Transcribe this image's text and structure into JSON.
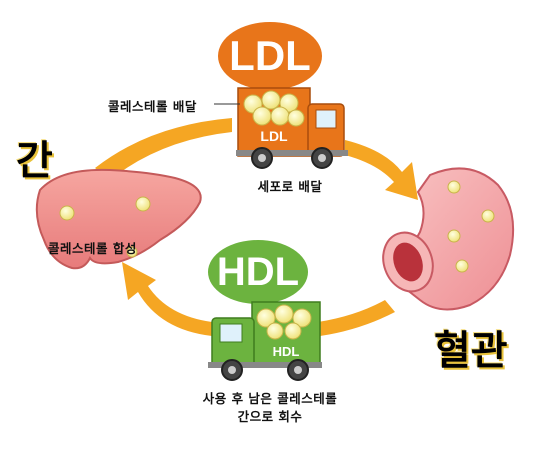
{
  "organs": {
    "liver": "간",
    "blood_vessel": "혈관"
  },
  "ldl": {
    "badge": "LDL",
    "truck_tag": "LDL",
    "cargo_label": "콜레스테롤 배달",
    "route_label": "세포로 배달",
    "color": "#e8751a"
  },
  "hdl": {
    "badge": "HDL",
    "truck_tag": "HDL",
    "route_label_line1": "사용 후 남은 콜레스테롤",
    "route_label_line2": "간으로 회수",
    "color": "#6cb33f"
  },
  "liver_label": "콜레스테롤 합성",
  "colors": {
    "arrow": "#f5a623",
    "liver": "#f08a8a",
    "vessel": "#f4a6a6",
    "cholesterol": "#f7f096"
  }
}
